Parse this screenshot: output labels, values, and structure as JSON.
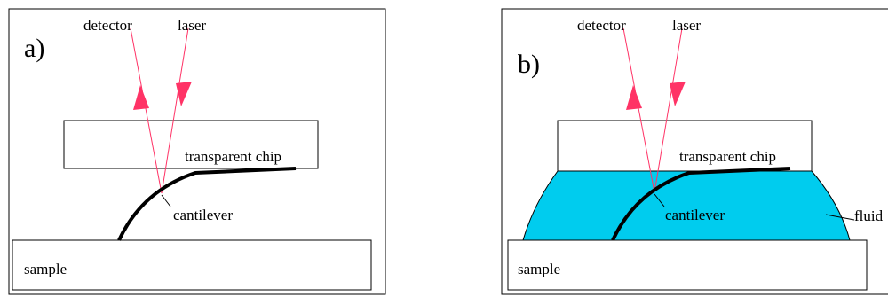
{
  "panels": [
    {
      "id": "a",
      "panel_label": "a)",
      "detector_label": "detector",
      "laser_label": "laser",
      "chip_label": "transparent chip",
      "cantilever_label": "cantilever",
      "sample_label": "sample"
    },
    {
      "id": "b",
      "panel_label": "b)",
      "detector_label": "detector",
      "laser_label": "laser",
      "chip_label": "transparent chip",
      "cantilever_label": "cantilever",
      "sample_label": "sample",
      "fluid_label": "fluid"
    }
  ],
  "colors": {
    "beam": "#ff3366",
    "fluid": "#00ccee",
    "outline": "#000000"
  }
}
